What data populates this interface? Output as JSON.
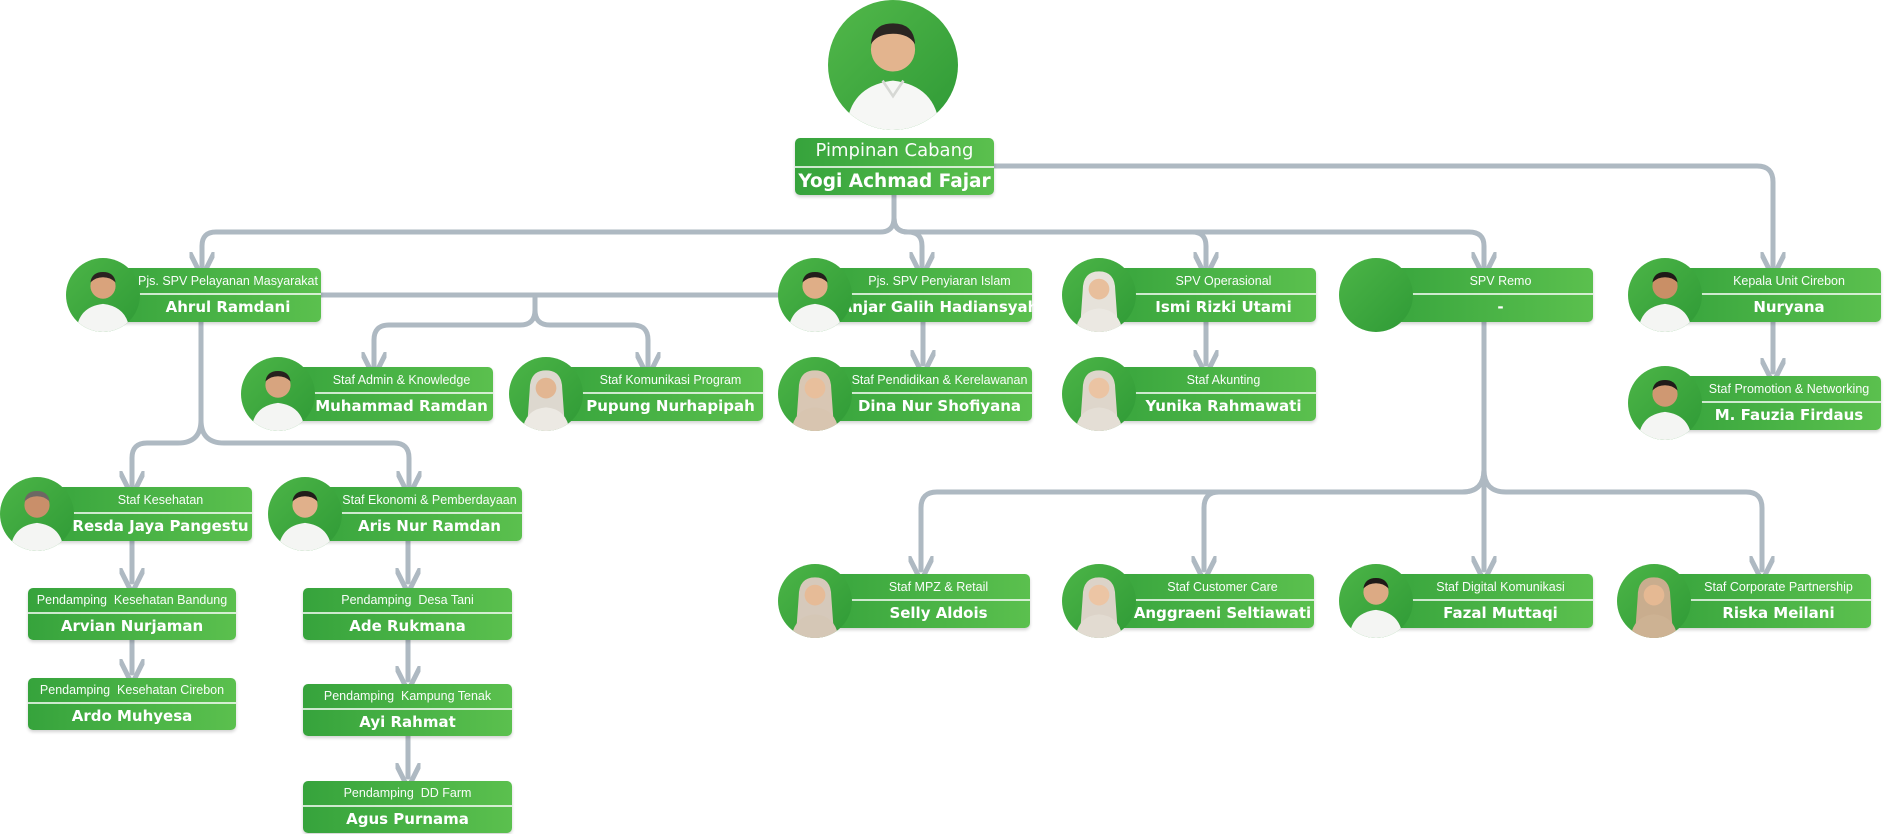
{
  "colors": {
    "card": "#3eab42",
    "connector": "#aeb9c2",
    "text": "#ffffff"
  },
  "top": {
    "photo": "person-photo",
    "role": "Pimpinan Cabang",
    "name": "Yogi Achmad Fajar"
  },
  "nodes": [
    {
      "id": "ahrul",
      "role": "Pjs. SPV Pelayanan Masyarakat",
      "name": "Ahrul Ramdani",
      "photo": "person-photo"
    },
    {
      "id": "anjar",
      "role": "Pjs. SPV Penyiaran Islam",
      "name": "Anjar Galih Hadiansyah",
      "photo": "person-photo"
    },
    {
      "id": "ismi",
      "role": "SPV Operasional",
      "name": "Ismi Rizki Utami",
      "photo": "person-photo"
    },
    {
      "id": "remo",
      "role": "SPV Remo",
      "name": "-",
      "photo": "blank-avatar"
    },
    {
      "id": "nuryana",
      "role": "Kepala Unit Cirebon",
      "name": "Nuryana",
      "photo": "person-photo"
    },
    {
      "id": "mramdan",
      "role": "Staf Admin & Knowledge",
      "name": "Muhammad Ramdan",
      "photo": "person-photo"
    },
    {
      "id": "pupung",
      "role": "Staf Komunikasi Program",
      "name": "Pupung Nurhapipah",
      "photo": "person-photo"
    },
    {
      "id": "dina",
      "role": "Staf Pendidikan & Kerelawanan",
      "name": "Dina Nur Shofiyana",
      "photo": "person-photo"
    },
    {
      "id": "yunika",
      "role": "Staf Akunting",
      "name": "Yunika Rahmawati",
      "photo": "person-photo"
    },
    {
      "id": "fauzia",
      "role": "Staf Promotion & Networking",
      "name": "M. Fauzia Firdaus",
      "photo": "person-photo"
    },
    {
      "id": "resda",
      "role": "Staf Kesehatan",
      "name": "Resda Jaya Pangestu",
      "photo": "person-photo"
    },
    {
      "id": "aris",
      "role": "Staf Ekonomi & Pemberdayaan",
      "name": "Aris Nur Ramdan",
      "photo": "person-photo"
    },
    {
      "id": "arvian",
      "role": "Pendamping  Kesehatan Bandung",
      "name": "Arvian Nurjaman"
    },
    {
      "id": "ardo",
      "role": "Pendamping  Kesehatan Cirebon",
      "name": "Ardo Muhyesa"
    },
    {
      "id": "ade",
      "role": "Pendamping  Desa Tani",
      "name": "Ade Rukmana"
    },
    {
      "id": "ayi",
      "role": "Pendamping  Kampung Tenak",
      "name": "Ayi Rahmat"
    },
    {
      "id": "agus",
      "role": "Pendamping  DD Farm",
      "name": "Agus Purnama"
    },
    {
      "id": "selly",
      "role": "Staf MPZ & Retail",
      "name": "Selly Aldois",
      "photo": "person-photo"
    },
    {
      "id": "anggraeni",
      "role": "Staf Customer Care",
      "name": "Anggraeni Seltiawati",
      "photo": "person-photo"
    },
    {
      "id": "fazal",
      "role": "Staf Digital Komunikasi",
      "name": "Fazal Muttaqi",
      "photo": "person-photo"
    },
    {
      "id": "riska",
      "role": "Staf Corporate Partnership",
      "name": "Riska Meilani",
      "photo": "person-photo"
    }
  ]
}
